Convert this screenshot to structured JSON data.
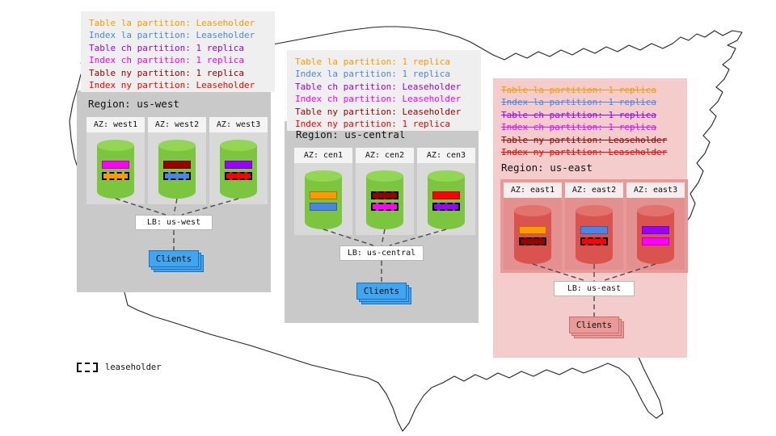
{
  "legend": {
    "label": "leaseholder"
  },
  "annotations": [
    {
      "region": "us-west",
      "lines": [
        {
          "text": "Table la partition: Leaseholder",
          "color": "#ff9900",
          "struck": false
        },
        {
          "text": "Index la partition: Leaseholder",
          "color": "#4a86e8",
          "struck": false
        },
        {
          "text": "Table ch partition: 1 replica",
          "color": "#9900ff",
          "struck": false
        },
        {
          "text": "Index ch partition: 1 replica",
          "color": "#ff00ff",
          "struck": false
        },
        {
          "text": "Table ny partition: 1 replica",
          "color": "#990000",
          "struck": false
        },
        {
          "text": "Index ny partition: Leaseholder",
          "color": "#ff0000",
          "struck": false
        }
      ]
    },
    {
      "region": "us-central",
      "lines": [
        {
          "text": "Table la partition: 1 replica",
          "color": "#ff9900",
          "struck": false
        },
        {
          "text": "Index la partition: 1 replica",
          "color": "#4a86e8",
          "struck": false
        },
        {
          "text": "Table ch partition: Leaseholder",
          "color": "#9900ff",
          "struck": false
        },
        {
          "text": "Index ch partition: Leaseholder",
          "color": "#ff00ff",
          "struck": false
        },
        {
          "text": "Table ny partition: Leaseholder",
          "color": "#990000",
          "struck": false
        },
        {
          "text": "Index ny partition: 1 replica",
          "color": "#ff0000",
          "struck": false
        }
      ]
    },
    {
      "region": "us-east",
      "lines": [
        {
          "text": "Table la partition: 1 replica",
          "color": "#ff9900",
          "struck": true
        },
        {
          "text": "Index la partition: 1 replica",
          "color": "#4a86e8",
          "struck": true
        },
        {
          "text": "Table ch partition: 1 replica",
          "color": "#9900ff",
          "struck": true
        },
        {
          "text": "Index ch partition: 1 replica",
          "color": "#ff00ff",
          "struck": true
        },
        {
          "text": "Table ny partition: Leaseholder",
          "color": "#990000",
          "struck": true
        },
        {
          "text": "Index ny partition: Leaseholder",
          "color": "#ff0000",
          "struck": true
        }
      ]
    }
  ],
  "regions": [
    {
      "title": "Region: us-west",
      "lb_label": "LB: us-west",
      "clients_label": "Clients",
      "azs": [
        {
          "label": "AZ: west1",
          "bars": [
            {
              "color": "#ff00ff",
              "leaseholder": false
            },
            {
              "color": "#ff9900",
              "leaseholder": true
            }
          ]
        },
        {
          "label": "AZ: west2",
          "bars": [
            {
              "color": "#990000",
              "leaseholder": false
            },
            {
              "color": "#4a86e8",
              "leaseholder": true
            }
          ]
        },
        {
          "label": "AZ: west3",
          "bars": [
            {
              "color": "#9900ff",
              "leaseholder": false
            },
            {
              "color": "#ff0000",
              "leaseholder": true
            }
          ]
        }
      ]
    },
    {
      "title": "Region: us-central",
      "lb_label": "LB: us-central",
      "clients_label": "Clients",
      "azs": [
        {
          "label": "AZ: cen1",
          "bars": [
            {
              "color": "#ff9900",
              "leaseholder": false
            },
            {
              "color": "#4a86e8",
              "leaseholder": false
            }
          ]
        },
        {
          "label": "AZ: cen2",
          "bars": [
            {
              "color": "#990000",
              "leaseholder": true
            },
            {
              "color": "#ff00ff",
              "leaseholder": true
            }
          ]
        },
        {
          "label": "AZ: cen3",
          "bars": [
            {
              "color": "#ff0000",
              "leaseholder": false
            },
            {
              "color": "#9900ff",
              "leaseholder": true
            }
          ]
        }
      ]
    },
    {
      "title": "Region: us-east",
      "lb_label": "LB: us-east",
      "clients_label": "Clients",
      "azs": [
        {
          "label": "AZ: east1",
          "bars": [
            {
              "color": "#ff9900",
              "leaseholder": false
            },
            {
              "color": "#990000",
              "leaseholder": true
            }
          ]
        },
        {
          "label": "AZ: east2",
          "bars": [
            {
              "color": "#4a86e8",
              "leaseholder": false
            },
            {
              "color": "#ff0000",
              "leaseholder": true
            }
          ]
        },
        {
          "label": "AZ: east3",
          "bars": [
            {
              "color": "#9900ff",
              "leaseholder": false
            },
            {
              "color": "#ff00ff",
              "leaseholder": false
            }
          ]
        }
      ]
    }
  ]
}
